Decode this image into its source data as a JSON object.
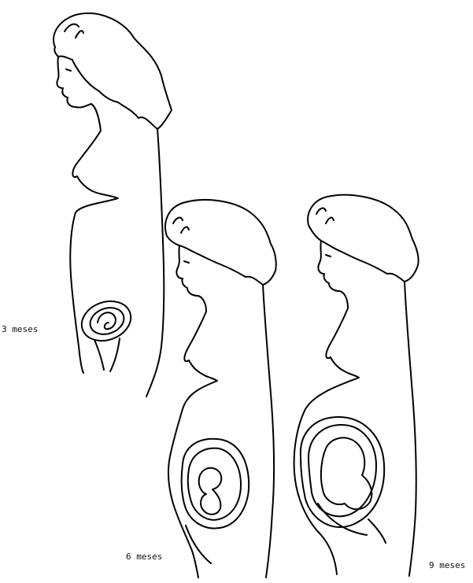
{
  "figure": {
    "stages": [
      {
        "id": "stage-3",
        "label": "3 meses"
      },
      {
        "id": "stage-6",
        "label": "6 meses"
      },
      {
        "id": "stage-9",
        "label": "9 meses"
      }
    ]
  }
}
